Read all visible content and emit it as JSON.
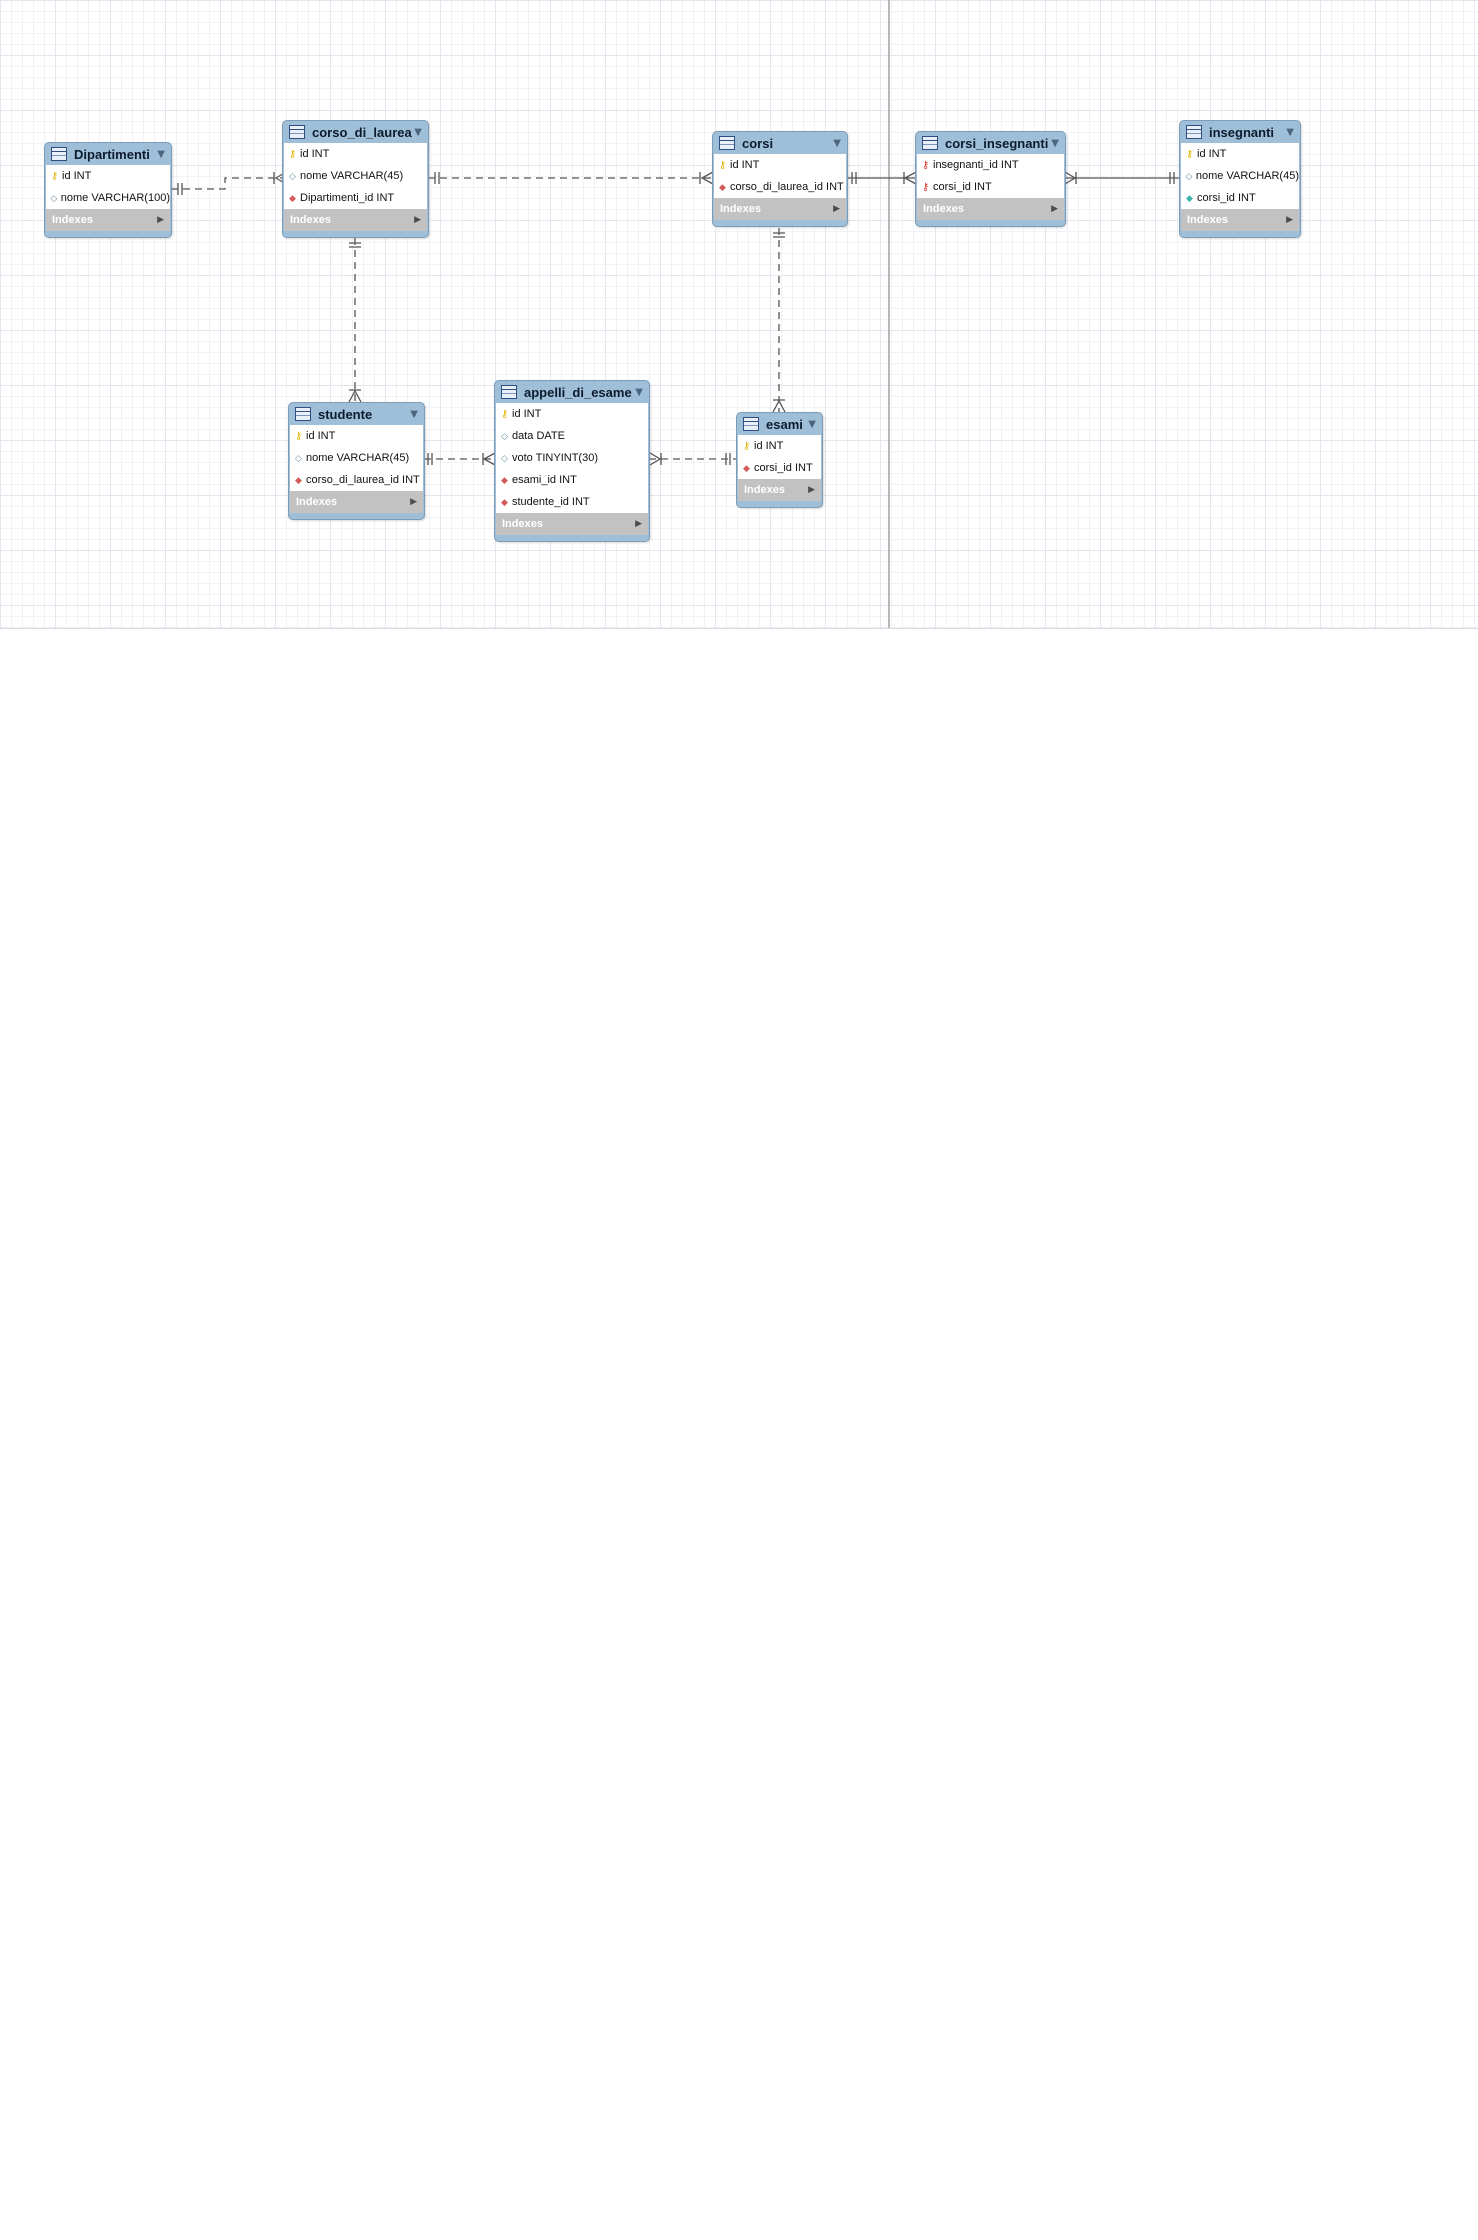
{
  "diagram": {
    "tables": [
      {
        "name": "Dipartimenti",
        "indexes_label": "Indexes",
        "columns": [
          {
            "text": "id INT",
            "kind": "pk"
          },
          {
            "text": "nome VARCHAR(100)",
            "kind": "attr"
          }
        ]
      },
      {
        "name": "corso_di_laurea",
        "indexes_label": "Indexes",
        "columns": [
          {
            "text": "id INT",
            "kind": "pk"
          },
          {
            "text": "nome VARCHAR(45)",
            "kind": "attr"
          },
          {
            "text": "Dipartimenti_id INT",
            "kind": "fk"
          }
        ]
      },
      {
        "name": "corsi",
        "indexes_label": "Indexes",
        "columns": [
          {
            "text": "id INT",
            "kind": "pk"
          },
          {
            "text": "corso_di_laurea_id INT",
            "kind": "fk"
          }
        ]
      },
      {
        "name": "corsi_insegnanti",
        "indexes_label": "Indexes",
        "columns": [
          {
            "text": "insegnanti_id INT",
            "kind": "pkfk"
          },
          {
            "text": "corsi_id INT",
            "kind": "pkfk"
          }
        ]
      },
      {
        "name": "insegnanti",
        "indexes_label": "Indexes",
        "columns": [
          {
            "text": "id INT",
            "kind": "pk"
          },
          {
            "text": "nome VARCHAR(45)",
            "kind": "attr"
          },
          {
            "text": "corsi_id INT",
            "kind": "ufk"
          }
        ]
      },
      {
        "name": "studente",
        "indexes_label": "Indexes",
        "columns": [
          {
            "text": "id INT",
            "kind": "pk"
          },
          {
            "text": "nome VARCHAR(45)",
            "kind": "attr"
          },
          {
            "text": "corso_di_laurea_id INT",
            "kind": "fk"
          }
        ]
      },
      {
        "name": "appelli_di_esame",
        "indexes_label": "Indexes",
        "columns": [
          {
            "text": "id INT",
            "kind": "pk"
          },
          {
            "text": "data DATE",
            "kind": "attr"
          },
          {
            "text": "voto TINYINT(30)",
            "kind": "attr"
          },
          {
            "text": "esami_id INT",
            "kind": "fk"
          },
          {
            "text": "studente_id INT",
            "kind": "fk"
          }
        ]
      },
      {
        "name": "esami",
        "indexes_label": "Indexes",
        "columns": [
          {
            "text": "id INT",
            "kind": "pk"
          },
          {
            "text": "corsi_id INT",
            "kind": "fk"
          }
        ]
      }
    ],
    "relationships": [
      {
        "from": "Dipartimenti",
        "to": "corso_di_laurea",
        "cardinality": "one-to-many",
        "style": "non-identifying"
      },
      {
        "from": "corso_di_laurea",
        "to": "corsi",
        "cardinality": "one-to-many",
        "style": "non-identifying"
      },
      {
        "from": "corso_di_laurea",
        "to": "studente",
        "cardinality": "one-to-many",
        "style": "non-identifying"
      },
      {
        "from": "corsi",
        "to": "esami",
        "cardinality": "one-to-many",
        "style": "non-identifying"
      },
      {
        "from": "corsi",
        "to": "corsi_insegnanti",
        "cardinality": "one-to-many",
        "style": "identifying"
      },
      {
        "from": "insegnanti",
        "to": "corsi_insegnanti",
        "cardinality": "one-to-many",
        "style": "identifying"
      },
      {
        "from": "studente",
        "to": "appelli_di_esame",
        "cardinality": "one-to-many",
        "style": "non-identifying"
      },
      {
        "from": "esami",
        "to": "appelli_di_esame",
        "cardinality": "one-to-many",
        "style": "non-identifying"
      }
    ],
    "icons": {
      "pk": "key-icon",
      "attr": "diamond-outline-icon",
      "fk": "diamond-red-icon",
      "pkfk": "key-red-icon",
      "ufk": "diamond-teal-icon"
    },
    "colors": {
      "table_header": "#9fbfd8",
      "indexes_bar": "#c2c2c2",
      "connector": "#555555"
    }
  }
}
